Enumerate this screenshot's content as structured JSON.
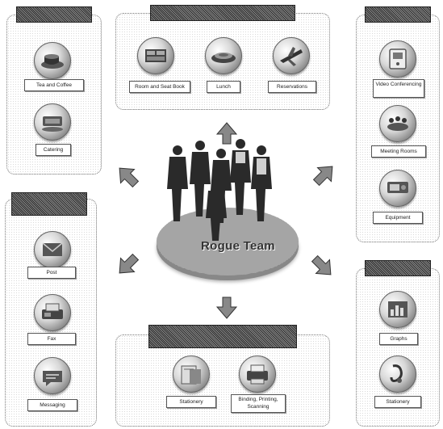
{
  "center": {
    "team_label": "Rogue Team"
  },
  "panels": {
    "top_left": {
      "header": "",
      "items": [
        {
          "label": "Tea and Coffee",
          "icon": "tea-cup-icon"
        },
        {
          "label": "Catering",
          "icon": "catering-icon"
        }
      ]
    },
    "top_center": {
      "header": "",
      "items": [
        {
          "label": "Room and Seat Book",
          "icon": "room-booking-icon"
        },
        {
          "label": "Lunch",
          "icon": "lunch-icon"
        },
        {
          "label": "Reservations",
          "icon": "reservations-icon"
        }
      ]
    },
    "top_right": {
      "header": "",
      "items": [
        {
          "label": "Video Conferencing",
          "icon": "video-conference-icon"
        },
        {
          "label": "Meeting Rooms",
          "icon": "meeting-room-icon"
        },
        {
          "label": "Equipment",
          "icon": "equipment-icon"
        }
      ]
    },
    "left": {
      "header": "",
      "items": [
        {
          "label": "Post",
          "icon": "post-icon"
        },
        {
          "label": "Fax",
          "icon": "fax-icon"
        },
        {
          "label": "Messaging",
          "icon": "messaging-icon"
        }
      ]
    },
    "bottom_center": {
      "header": "",
      "items": [
        {
          "label": "Stationery",
          "icon": "stationery-icon"
        },
        {
          "label": "Binding, Printing, Scanning",
          "icon": "printing-icon"
        }
      ]
    },
    "right": {
      "header": "",
      "items": [
        {
          "label": "Graphs",
          "icon": "graphs-icon"
        },
        {
          "label": "Stationery",
          "icon": "stationery-right-icon"
        }
      ]
    }
  }
}
